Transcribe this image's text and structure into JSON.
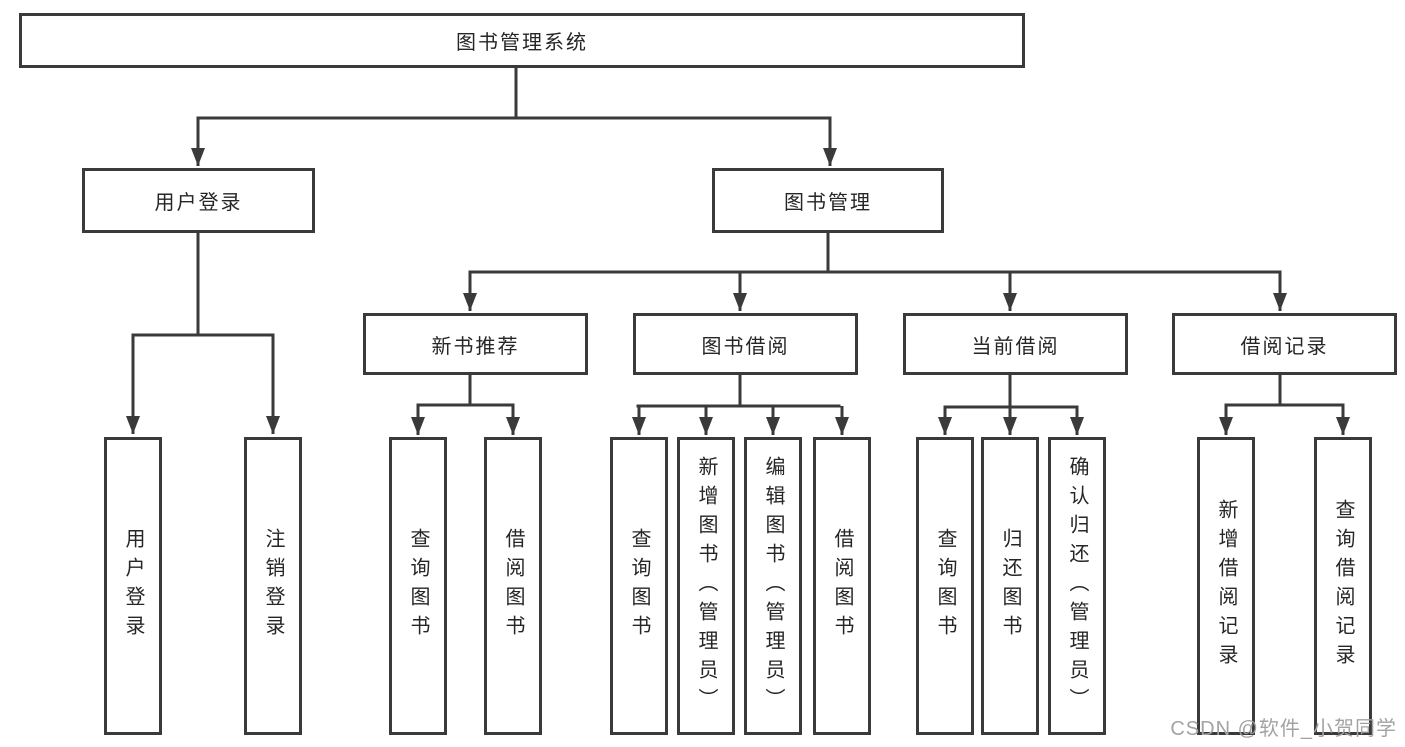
{
  "colors": {
    "line": "#3a3a3a",
    "text": "#262626",
    "box_background": "#ffffff",
    "watermark": "#a3a3a3"
  },
  "watermark": {
    "text": "CSDN @软件_小贺同学"
  },
  "tree": {
    "label": "图书管理系统",
    "children": [
      {
        "label": "用户登录",
        "children": [
          {
            "label": "用户登录"
          },
          {
            "label": "注销登录"
          }
        ]
      },
      {
        "label": "图书管理",
        "children": [
          {
            "label": "新书推荐",
            "children": [
              {
                "label": "查询图书"
              },
              {
                "label": "借阅图书"
              }
            ]
          },
          {
            "label": "图书借阅",
            "children": [
              {
                "label": "查询图书"
              },
              {
                "label": "新增图书（管理员）"
              },
              {
                "label": "编辑图书（管理员）"
              },
              {
                "label": "借阅图书"
              }
            ]
          },
          {
            "label": "当前借阅",
            "children": [
              {
                "label": "查询图书"
              },
              {
                "label": "归还图书"
              },
              {
                "label": "确认归还（管理员）"
              }
            ]
          },
          {
            "label": "借阅记录",
            "children": [
              {
                "label": "新增借阅记录"
              },
              {
                "label": "查询借阅记录"
              }
            ]
          }
        ]
      }
    ]
  }
}
